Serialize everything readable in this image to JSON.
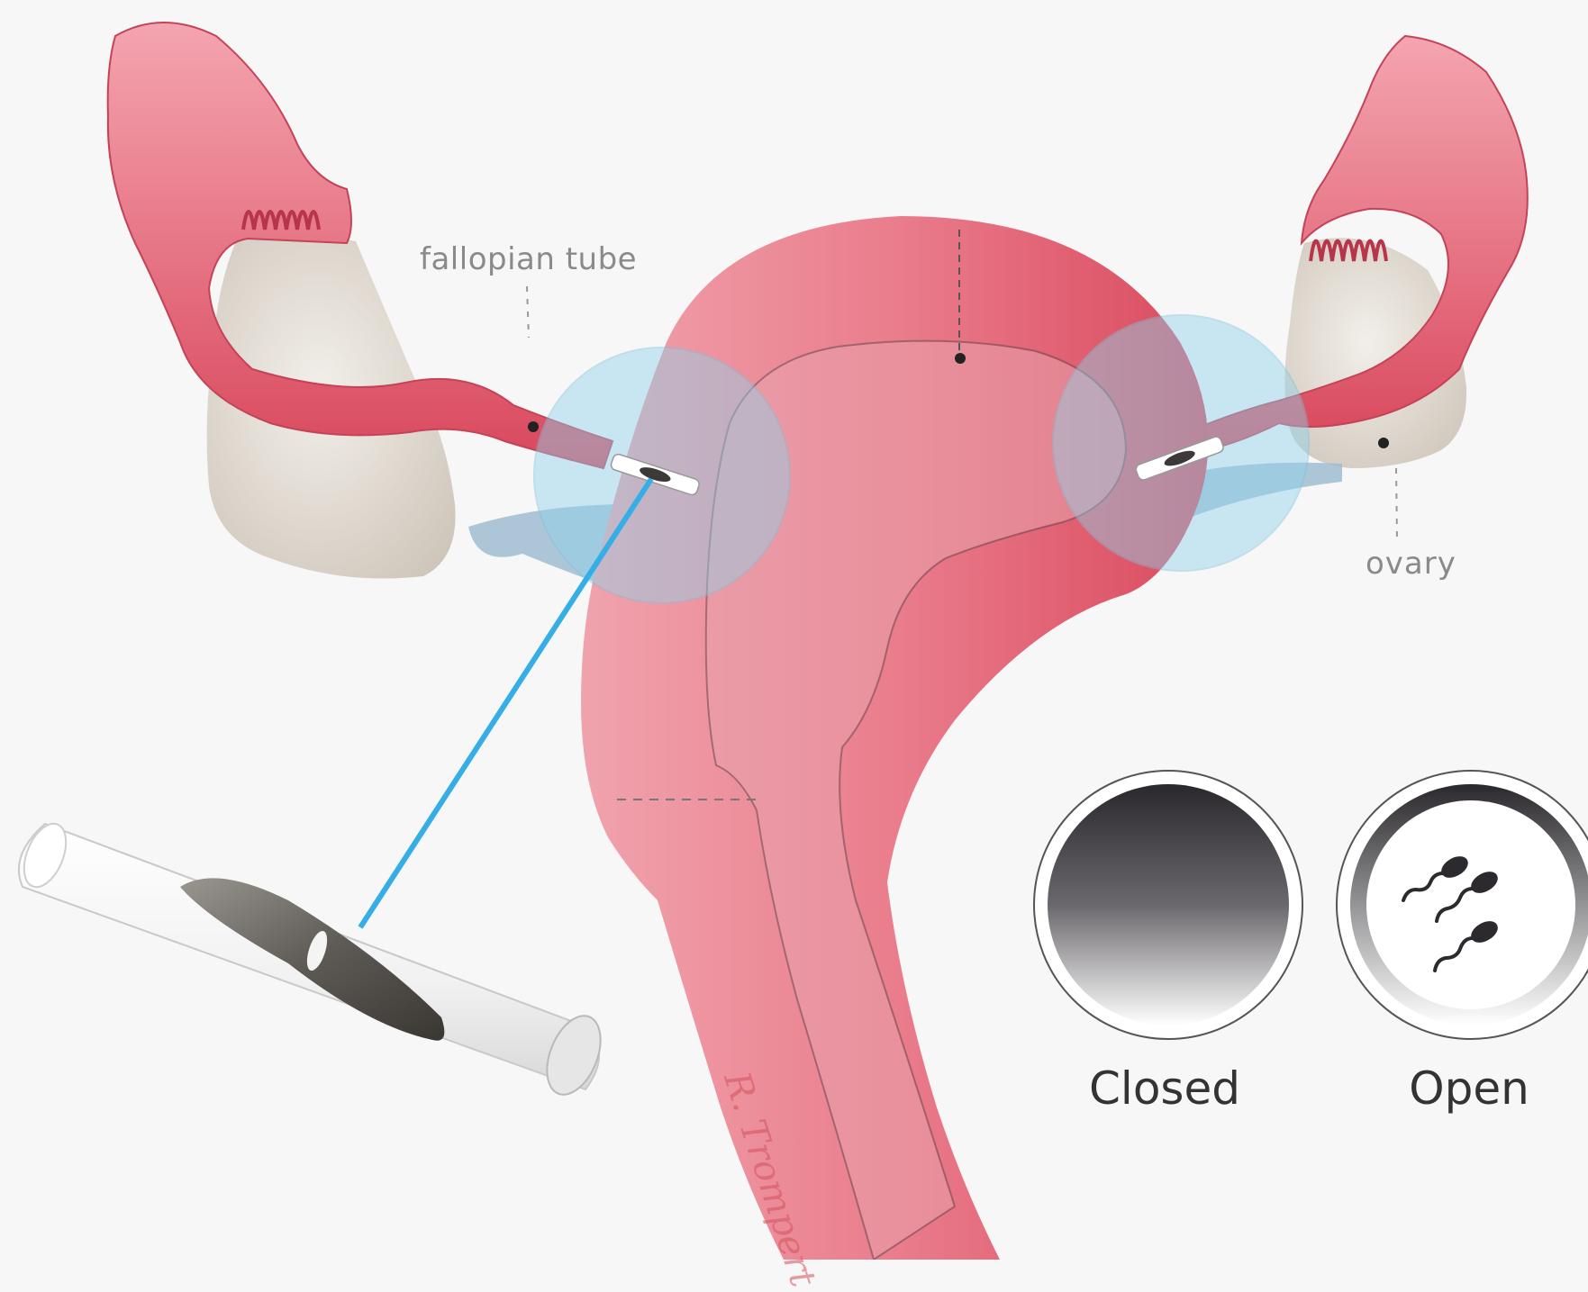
{
  "labels": {
    "fallopian_tube": "fallopian tube",
    "ovary": "ovary",
    "closed": "Closed",
    "open": "Open"
  },
  "signature": "R. Trompert",
  "colors": {
    "background": "#f7f7f7",
    "uterus": "#e8707f",
    "uterus_dark": "#d94a5e",
    "ovary": "#d9d2c8",
    "highlight_circle": "#8fd3ea",
    "pointer_line": "#35aee8",
    "valve_dark": "#2c2a2e"
  }
}
